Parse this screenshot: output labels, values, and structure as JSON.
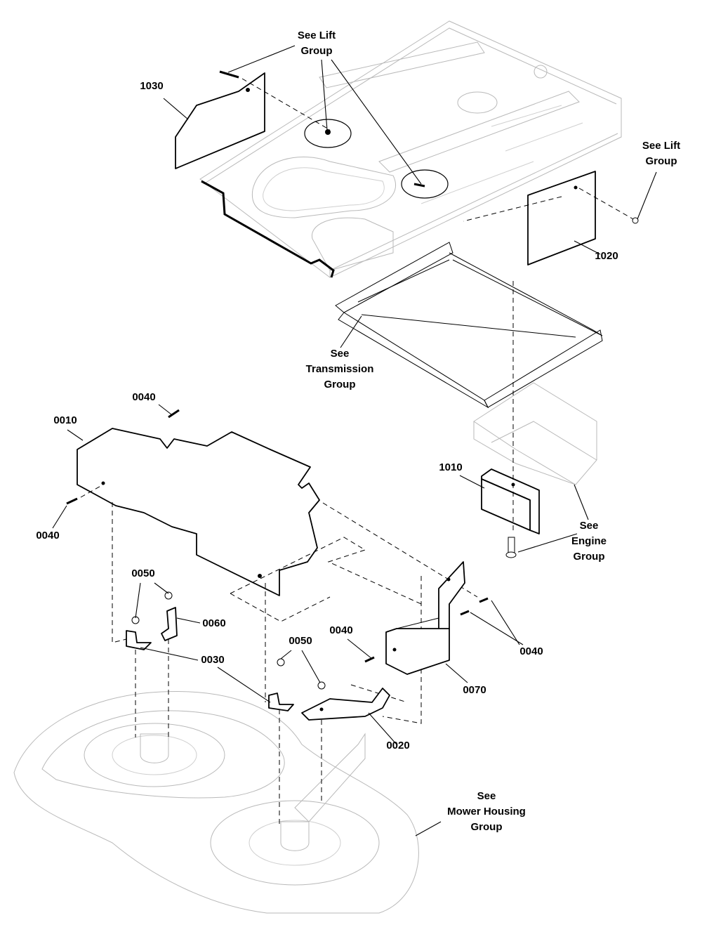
{
  "callouts": {
    "lift_group_top": "See Lift\nGroup",
    "lift_group_right": "See Lift\nGroup",
    "part_1030": "1030",
    "part_1020": "1020",
    "transmission_group": "See\nTransmission\nGroup",
    "part_0040_top": "0040",
    "part_0010": "0010",
    "part_0040_left": "0040",
    "part_1010": "1010",
    "engine_group": "See\nEngine\nGroup",
    "part_0050_left": "0050",
    "part_0060": "0060",
    "part_0030": "0030",
    "part_0050_mid": "0050",
    "part_0040_mid": "0040",
    "part_0040_right": "0040",
    "part_0070": "0070",
    "part_0020": "0020",
    "mower_housing_group": "See\nMower Housing\nGroup"
  }
}
